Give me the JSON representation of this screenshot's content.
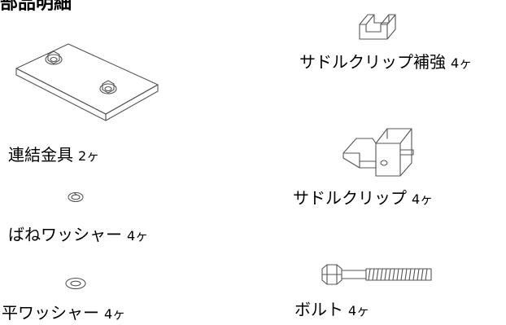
{
  "heading": "部品明細",
  "parts": {
    "plate": {
      "name": "連結金具",
      "qty": "2ヶ"
    },
    "spring_washer": {
      "name": "ばねワッシャー",
      "qty": "4ヶ"
    },
    "flat_washer": {
      "name": "平ワッシャー",
      "qty": "4ヶ"
    },
    "saddle_clip_reinforce": {
      "name": "サドルクリップ補強",
      "qty": "4ヶ"
    },
    "saddle_clip": {
      "name": "サドルクリップ",
      "qty": "4ヶ"
    },
    "bolt": {
      "name": "ボルト",
      "qty": "4ヶ"
    }
  }
}
